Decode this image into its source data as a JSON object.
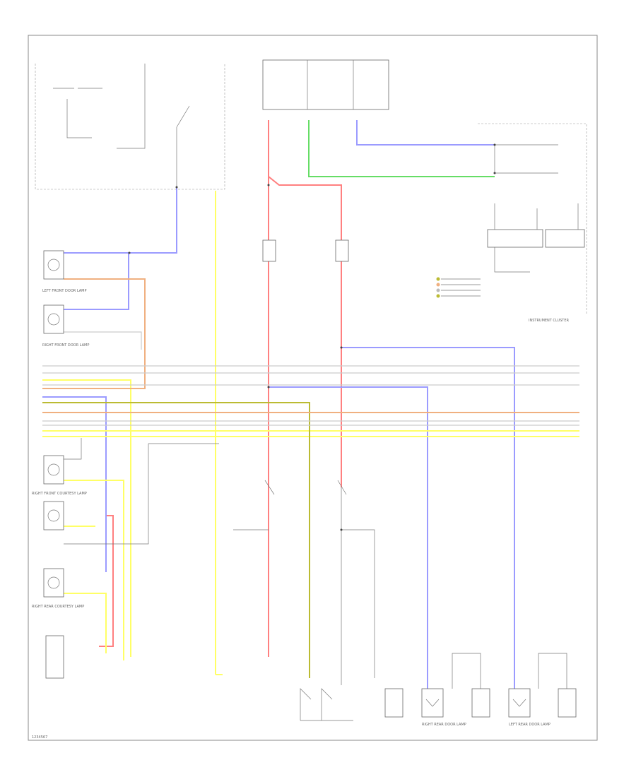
{
  "labels": {
    "instrument_cluster": "INSTRUMENT CLUSTER",
    "left_front_door_lamp": "LEFT FRONT DOOR LAMP",
    "right_front_door_lamp": "RIGHT FRONT DOOR LAMP",
    "right_front_courtesy_lamp": "RIGHT FRONT COURTESY LAMP",
    "right_rear_door_lamp": "RIGHT REAR DOOR LAMP",
    "left_rear_door_lamp": "LEFT REAR DOOR LAMP",
    "front_page_label": "RIGHT REAR COURTESY LAMP",
    "footer_code": "1234567"
  },
  "colors": {
    "red": "#ff8080",
    "green": "#66dd66",
    "blue": "#9b9bff",
    "yellow": "#ffff66",
    "orange": "#f0b080",
    "gray": "#bbbbbb",
    "olive": "#bbbb33"
  }
}
